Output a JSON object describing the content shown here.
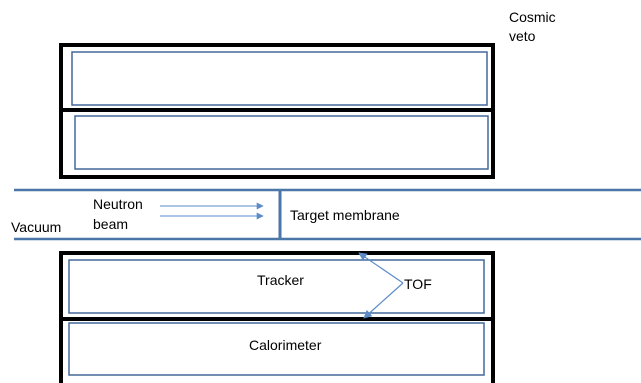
{
  "labels": {
    "cosmic_veto_line1": "Cosmic",
    "cosmic_veto_line2": "veto",
    "neutron_beam_line1": "Neutron",
    "neutron_beam_line2": "beam",
    "vacuum": "Vacuum",
    "target_membrane": "Target membrane",
    "tracker": "Tracker",
    "tof": "TOF",
    "calorimeter": "Calorimeter"
  },
  "colors": {
    "detector_border": "#44699A",
    "beam_pipe": "#4A76A8",
    "arrow": "#5B8BC9",
    "frame": "#000000",
    "background": "#FFFFFF"
  }
}
